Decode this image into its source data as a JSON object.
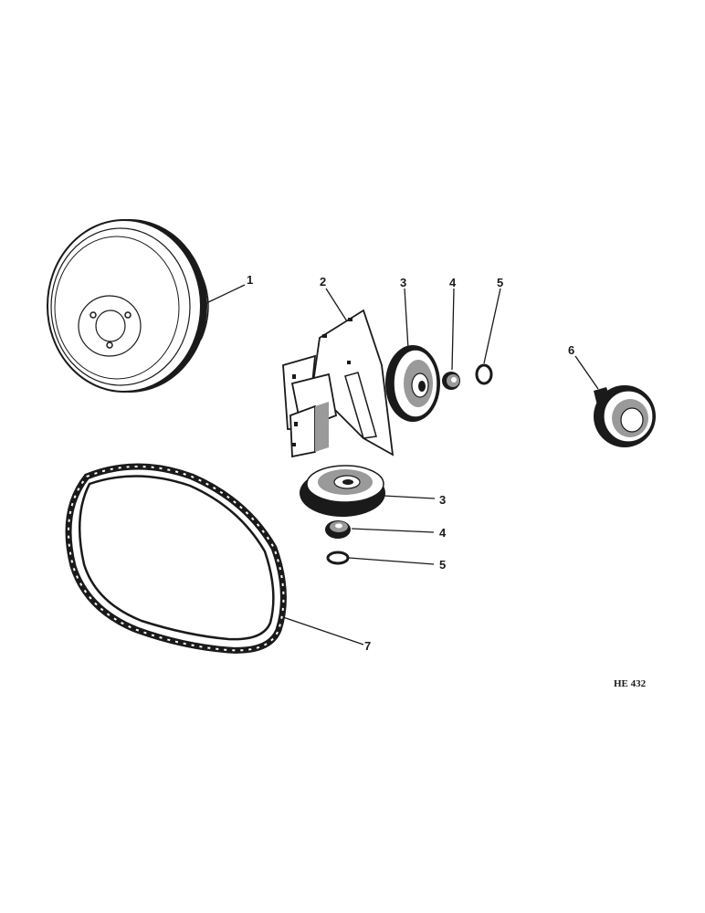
{
  "callouts": {
    "c1": "1",
    "c2": "2",
    "c3a": "3",
    "c3b": "3",
    "c4a": "4",
    "c4b": "4",
    "c5a": "5",
    "c5b": "5",
    "c6": "6",
    "c7": "7"
  },
  "figure_code": "HE 432"
}
